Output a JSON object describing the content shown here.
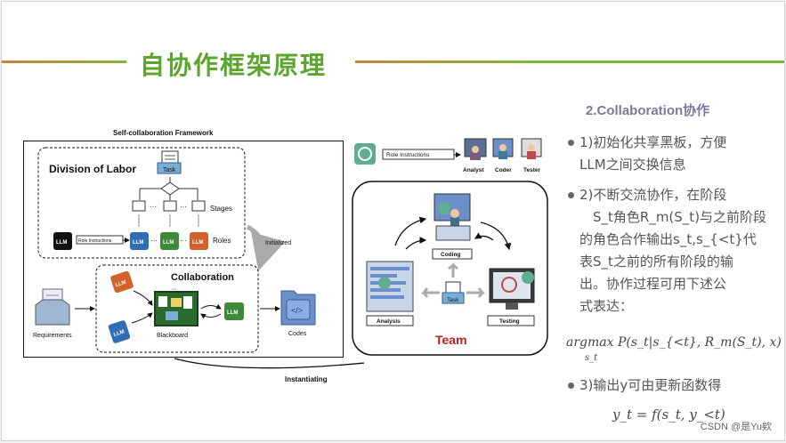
{
  "slide": {
    "title": "自协作框架原理",
    "watermark": "CSDN @是Yu欸"
  },
  "figure": {
    "title": "Self-collaboration Framework",
    "division_of_labor": "Division of Labor",
    "task": "Task",
    "stages": "Stages",
    "roles": "Roles",
    "llm": "LLM",
    "role_instructions": "Role Instructions",
    "dots": "···",
    "initialized": "Initialized",
    "collaboration": "Collaboration",
    "blackboard": "Blackboard",
    "requirements": "Requirements",
    "codes": "Codes",
    "instantiating": "Instantiating",
    "analyst": "Analyst",
    "coder": "Coder",
    "tester": "Tester",
    "coding": "Coding",
    "analysis": "Analysis",
    "testing": "Testing",
    "team": "Team"
  },
  "notes": {
    "heading": "2.Collaboration协作",
    "b1_line1": "1)初始化共享黑板，方便",
    "b1_line2": "LLM之间交换信息",
    "b2_line1": "2)不断交流协作，在阶段",
    "b2_line2": "S_t角色R_m(S_t)与之前阶段",
    "b2_line3": "的角色合作输出s_t,s_{<t}代",
    "b2_line4": "表S_t之前的所有阶段的输",
    "b2_line5": "出。协作过程可用下述公",
    "b2_line6": "式表达：",
    "formula1": "argmax P(s_t|s_{<t}, R_m(S_t), x)",
    "formula1_sub": "s_t",
    "b3_line1": "3)输出y可由更新函数得",
    "formula2": "y_t = f(s_t, y_<t)"
  },
  "colors": {
    "title_green": "#5da62d",
    "line_orange": "#c8843a",
    "line_green": "#7fb53c",
    "llm_black": "#111111",
    "llm_blue": "#2f6db5",
    "llm_green": "#3f8a3a",
    "llm_orange": "#d2622a",
    "team_red": "#c0201a"
  }
}
